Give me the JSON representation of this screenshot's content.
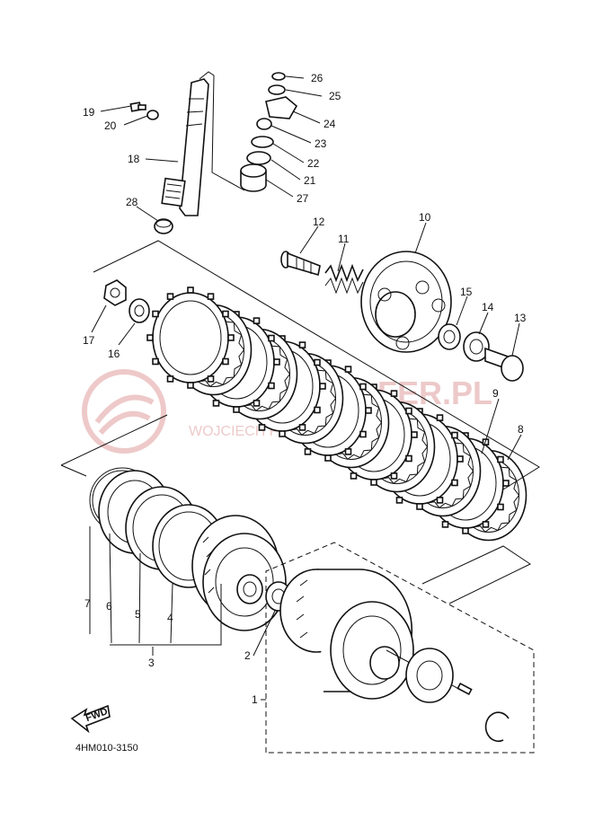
{
  "diagram": {
    "part_code": "4HM010-3150",
    "fwd_label": "FWD",
    "watermark": {
      "brand": "FER.PL",
      "sub": "WOJCIECH FER · CZĘŚCI YAMAHA"
    },
    "callouts": [
      {
        "id": "1",
        "label": "1"
      },
      {
        "id": "2",
        "label": "2"
      },
      {
        "id": "3",
        "label": "3"
      },
      {
        "id": "4",
        "label": "4"
      },
      {
        "id": "5",
        "label": "5"
      },
      {
        "id": "6",
        "label": "6"
      },
      {
        "id": "7",
        "label": "7"
      },
      {
        "id": "8",
        "label": "8"
      },
      {
        "id": "9",
        "label": "9"
      },
      {
        "id": "10",
        "label": "10"
      },
      {
        "id": "11",
        "label": "11"
      },
      {
        "id": "12",
        "label": "12"
      },
      {
        "id": "13",
        "label": "13"
      },
      {
        "id": "14",
        "label": "14"
      },
      {
        "id": "15",
        "label": "15"
      },
      {
        "id": "16",
        "label": "16"
      },
      {
        "id": "17",
        "label": "17"
      },
      {
        "id": "18",
        "label": "18"
      },
      {
        "id": "19",
        "label": "19"
      },
      {
        "id": "20",
        "label": "20"
      },
      {
        "id": "21",
        "label": "21"
      },
      {
        "id": "22",
        "label": "22"
      },
      {
        "id": "23",
        "label": "23"
      },
      {
        "id": "24",
        "label": "24"
      },
      {
        "id": "25",
        "label": "25"
      },
      {
        "id": "26",
        "label": "26"
      },
      {
        "id": "27",
        "label": "27"
      },
      {
        "id": "28",
        "label": "28"
      }
    ]
  }
}
